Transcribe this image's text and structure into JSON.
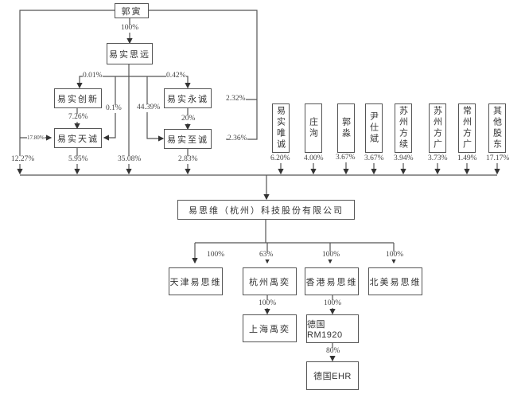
{
  "diagram": {
    "title": "易思维（杭州）科技股份有限公司 股权结构图",
    "nodes": {
      "guoyin": "郭寅",
      "yishisiyuan": "易实思远",
      "yishichuangxin": "易实创新",
      "yishiyongcheng": "易实永诚",
      "yishitiancheng": "易实天诚",
      "yishizhicheng": "易实至诚",
      "yishiweicheng": "易实唯诚",
      "zhuangju": "庄洵",
      "guomiao": "郭淼",
      "yinshicheng": "尹仕斌",
      "suzhoufangxu": "苏州方续",
      "suzhoufangguang": "苏州方广",
      "changzhoufangguang": "常州方广",
      "other_shareholders": "其他股东",
      "company": "易思维（杭州）科技股份有限公司",
      "tianjin": "天津易思维",
      "hangzhou_yuyi": "杭州禹奕",
      "hongkong": "香港易思维",
      "northamerica": "北美易思维",
      "shanghai_yuyi": "上海禹奕",
      "germany_rm1920": "德国RM1920",
      "germany_ehr": "德国EHR"
    },
    "edges": {
      "guoyin_to_yishisiyuan": "100%",
      "yishisiyuan_to_chuangxin": "0.01%",
      "yishisiyuan_to_yongcheng": "0.42%",
      "yishisiyuan_to_tiancheng": "0.1%",
      "yishisiyuan_to_zhicheng": "44.39%",
      "guoyin_to_yongcheng": "2.32%",
      "guoyin_to_zhicheng": "2.36%",
      "guoyin_to_tiancheng": "17.80%",
      "chuangxin_to_tiancheng": "7.26%",
      "yongcheng_to_zhicheng": "20%",
      "guoyin_to_company": "12.27%",
      "tiancheng_to_company": "5.95%",
      "yishisiyuan_to_company": "35.08%",
      "zhicheng_to_company": "2.83%",
      "weicheng_to_company": "6.20%",
      "zhuangju_to_company": "4.00%",
      "guomiao_to_company": "3.67%",
      "yinshicheng_to_company": "3.67%",
      "suzhoufangxu_to_company": "3.94%",
      "suzhoufangguang_to_company": "3.73%",
      "changzhoufangguang_to_company": "1.49%",
      "other_to_company": "17.17%",
      "company_to_tianjin": "100%",
      "company_to_hangzhou_yuyi": "63%",
      "company_to_hongkong": "100%",
      "company_to_northamerica": "100%",
      "hangzhou_yuyi_to_shanghai": "100%",
      "hongkong_to_rm1920": "100%",
      "rm1920_to_ehr": "80%"
    },
    "line_color": "#555555"
  }
}
